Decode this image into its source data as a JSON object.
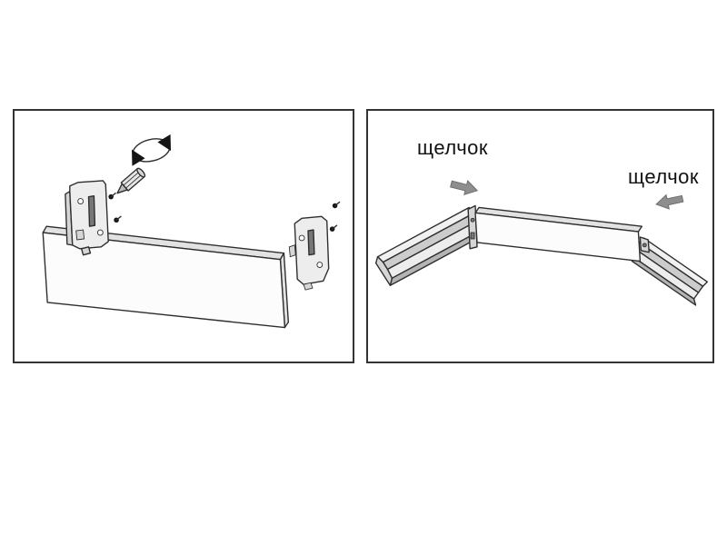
{
  "step1": {
    "description_icons": [
      "rotation-arrow-icon",
      "screwdriver-bit-icon",
      "left-mounting-bracket",
      "right-mounting-bracket",
      "back-panel-board",
      "screw-dots"
    ]
  },
  "step2": {
    "click_label_left": "щелчок",
    "click_label_right": "щелчок",
    "description_icons": [
      "left-drawer-rail",
      "right-drawer-rail",
      "back-panel",
      "insert-arrow-left",
      "insert-arrow-right"
    ]
  },
  "colors": {
    "background": "#ffffff",
    "panel_border": "#333333",
    "line": "#2e2e2e",
    "metal_light": "#ededed",
    "metal_mid": "#cccccc",
    "arrow_gray": "#8e8e8e",
    "text": "#111111"
  }
}
